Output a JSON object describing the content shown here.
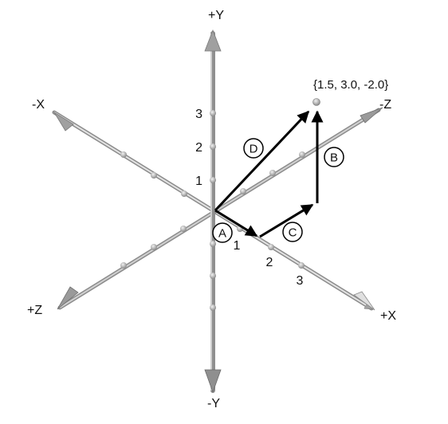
{
  "axes": {
    "pos_y": "+Y",
    "neg_y": "-Y",
    "pos_x": "+X",
    "neg_x": "-X",
    "pos_z": "+Z",
    "neg_z": "-Z"
  },
  "ticks": {
    "y": [
      "1",
      "2",
      "3"
    ],
    "x": [
      "1",
      "2",
      "3"
    ]
  },
  "vectors": {
    "a": "A",
    "b": "B",
    "c": "C",
    "d": "D"
  },
  "point": {
    "label": "{1.5, 3.0, -2.0}",
    "x": 1.5,
    "y": 3.0,
    "z": -2.0
  },
  "colors": {
    "axis_rod": "#a9a9a9",
    "axis_shadow": "#7d7d7d",
    "vector": "#000000"
  }
}
